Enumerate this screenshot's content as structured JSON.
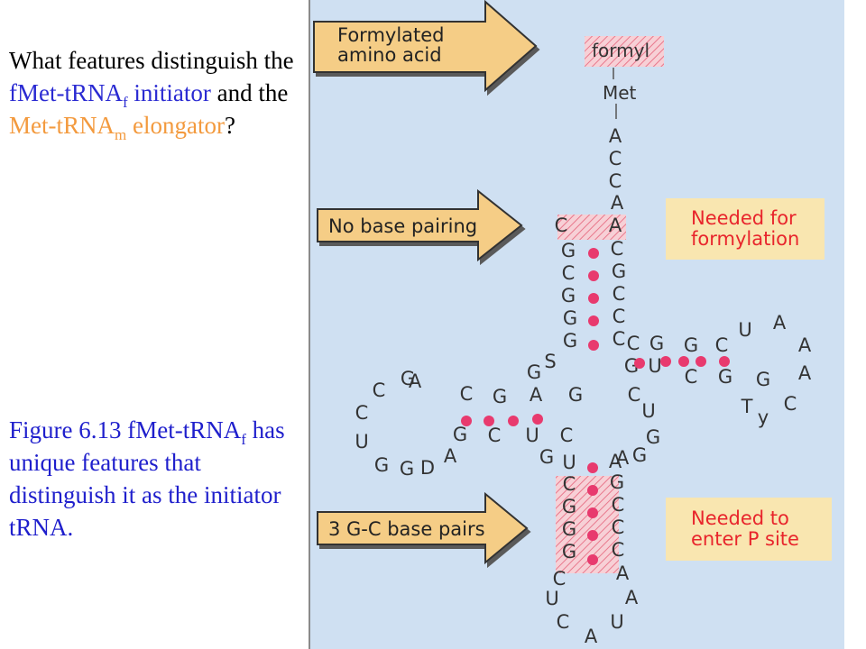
{
  "question": {
    "p1": "What features distinguish the ",
    "fmet_main": "fMet-tRNA",
    "fmet_sub": "f",
    "fmet_tail": " initiator",
    "p2": " and the ",
    "met_main": "Met-tRNA",
    "met_sub": "m",
    "met_tail": " elongator",
    "p3": "?"
  },
  "caption": {
    "main1": "Figure 6.13 fMet-tRNA",
    "sub": "f",
    "main2": " has unique features that distinguish it as the initiator tRNA."
  },
  "diagram": {
    "arrows": [
      {
        "line1": "Formylated",
        "line2": "amino acid"
      },
      {
        "line1": "No base pairing",
        "line2": ""
      },
      {
        "line1": "3 G-C base pairs",
        "line2": ""
      }
    ],
    "boxes": [
      {
        "line1": "Needed for",
        "line2": "formylation"
      },
      {
        "line1": "Needed to",
        "line2": "enter P site"
      }
    ],
    "formyl": "formyl",
    "met": "Met",
    "colors": {
      "arrow": "#f5cd86",
      "note_box": "#f9e6b0",
      "note_text": "#e8252c",
      "pair_dot": "#e83a6e",
      "hatch": "#f0a8b4"
    }
  }
}
